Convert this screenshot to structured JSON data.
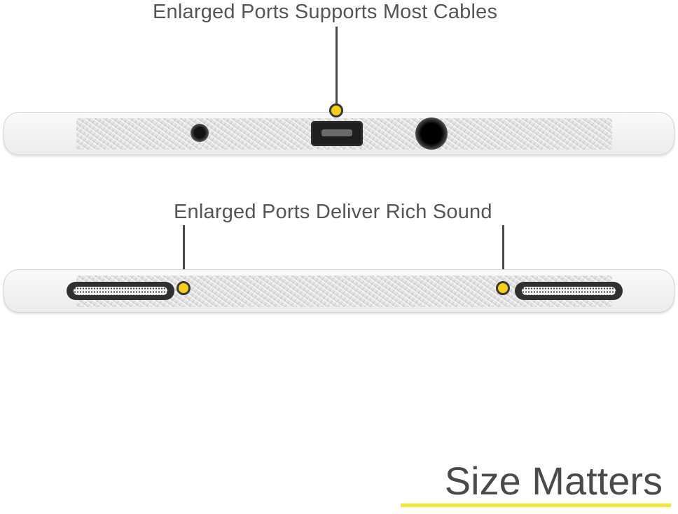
{
  "callouts": {
    "top_label": "Enlarged Ports Supports Most Cables",
    "bottom_label": "Enlarged Ports Deliver Rich Sound"
  },
  "heading": {
    "text": "Size Matters"
  },
  "colors": {
    "marker_dot": "#f5cf1a",
    "underline": "#f0ea2c",
    "label_text": "#555555",
    "heading_text": "#4a4a4a",
    "case": "#f0f0f0"
  },
  "icons": {
    "top_edge_ports": [
      "mic-hole-icon",
      "usb-port-icon",
      "headphone-jack-icon"
    ],
    "bottom_edge_ports": [
      "speaker-grille-left-icon",
      "speaker-grille-right-icon"
    ]
  }
}
